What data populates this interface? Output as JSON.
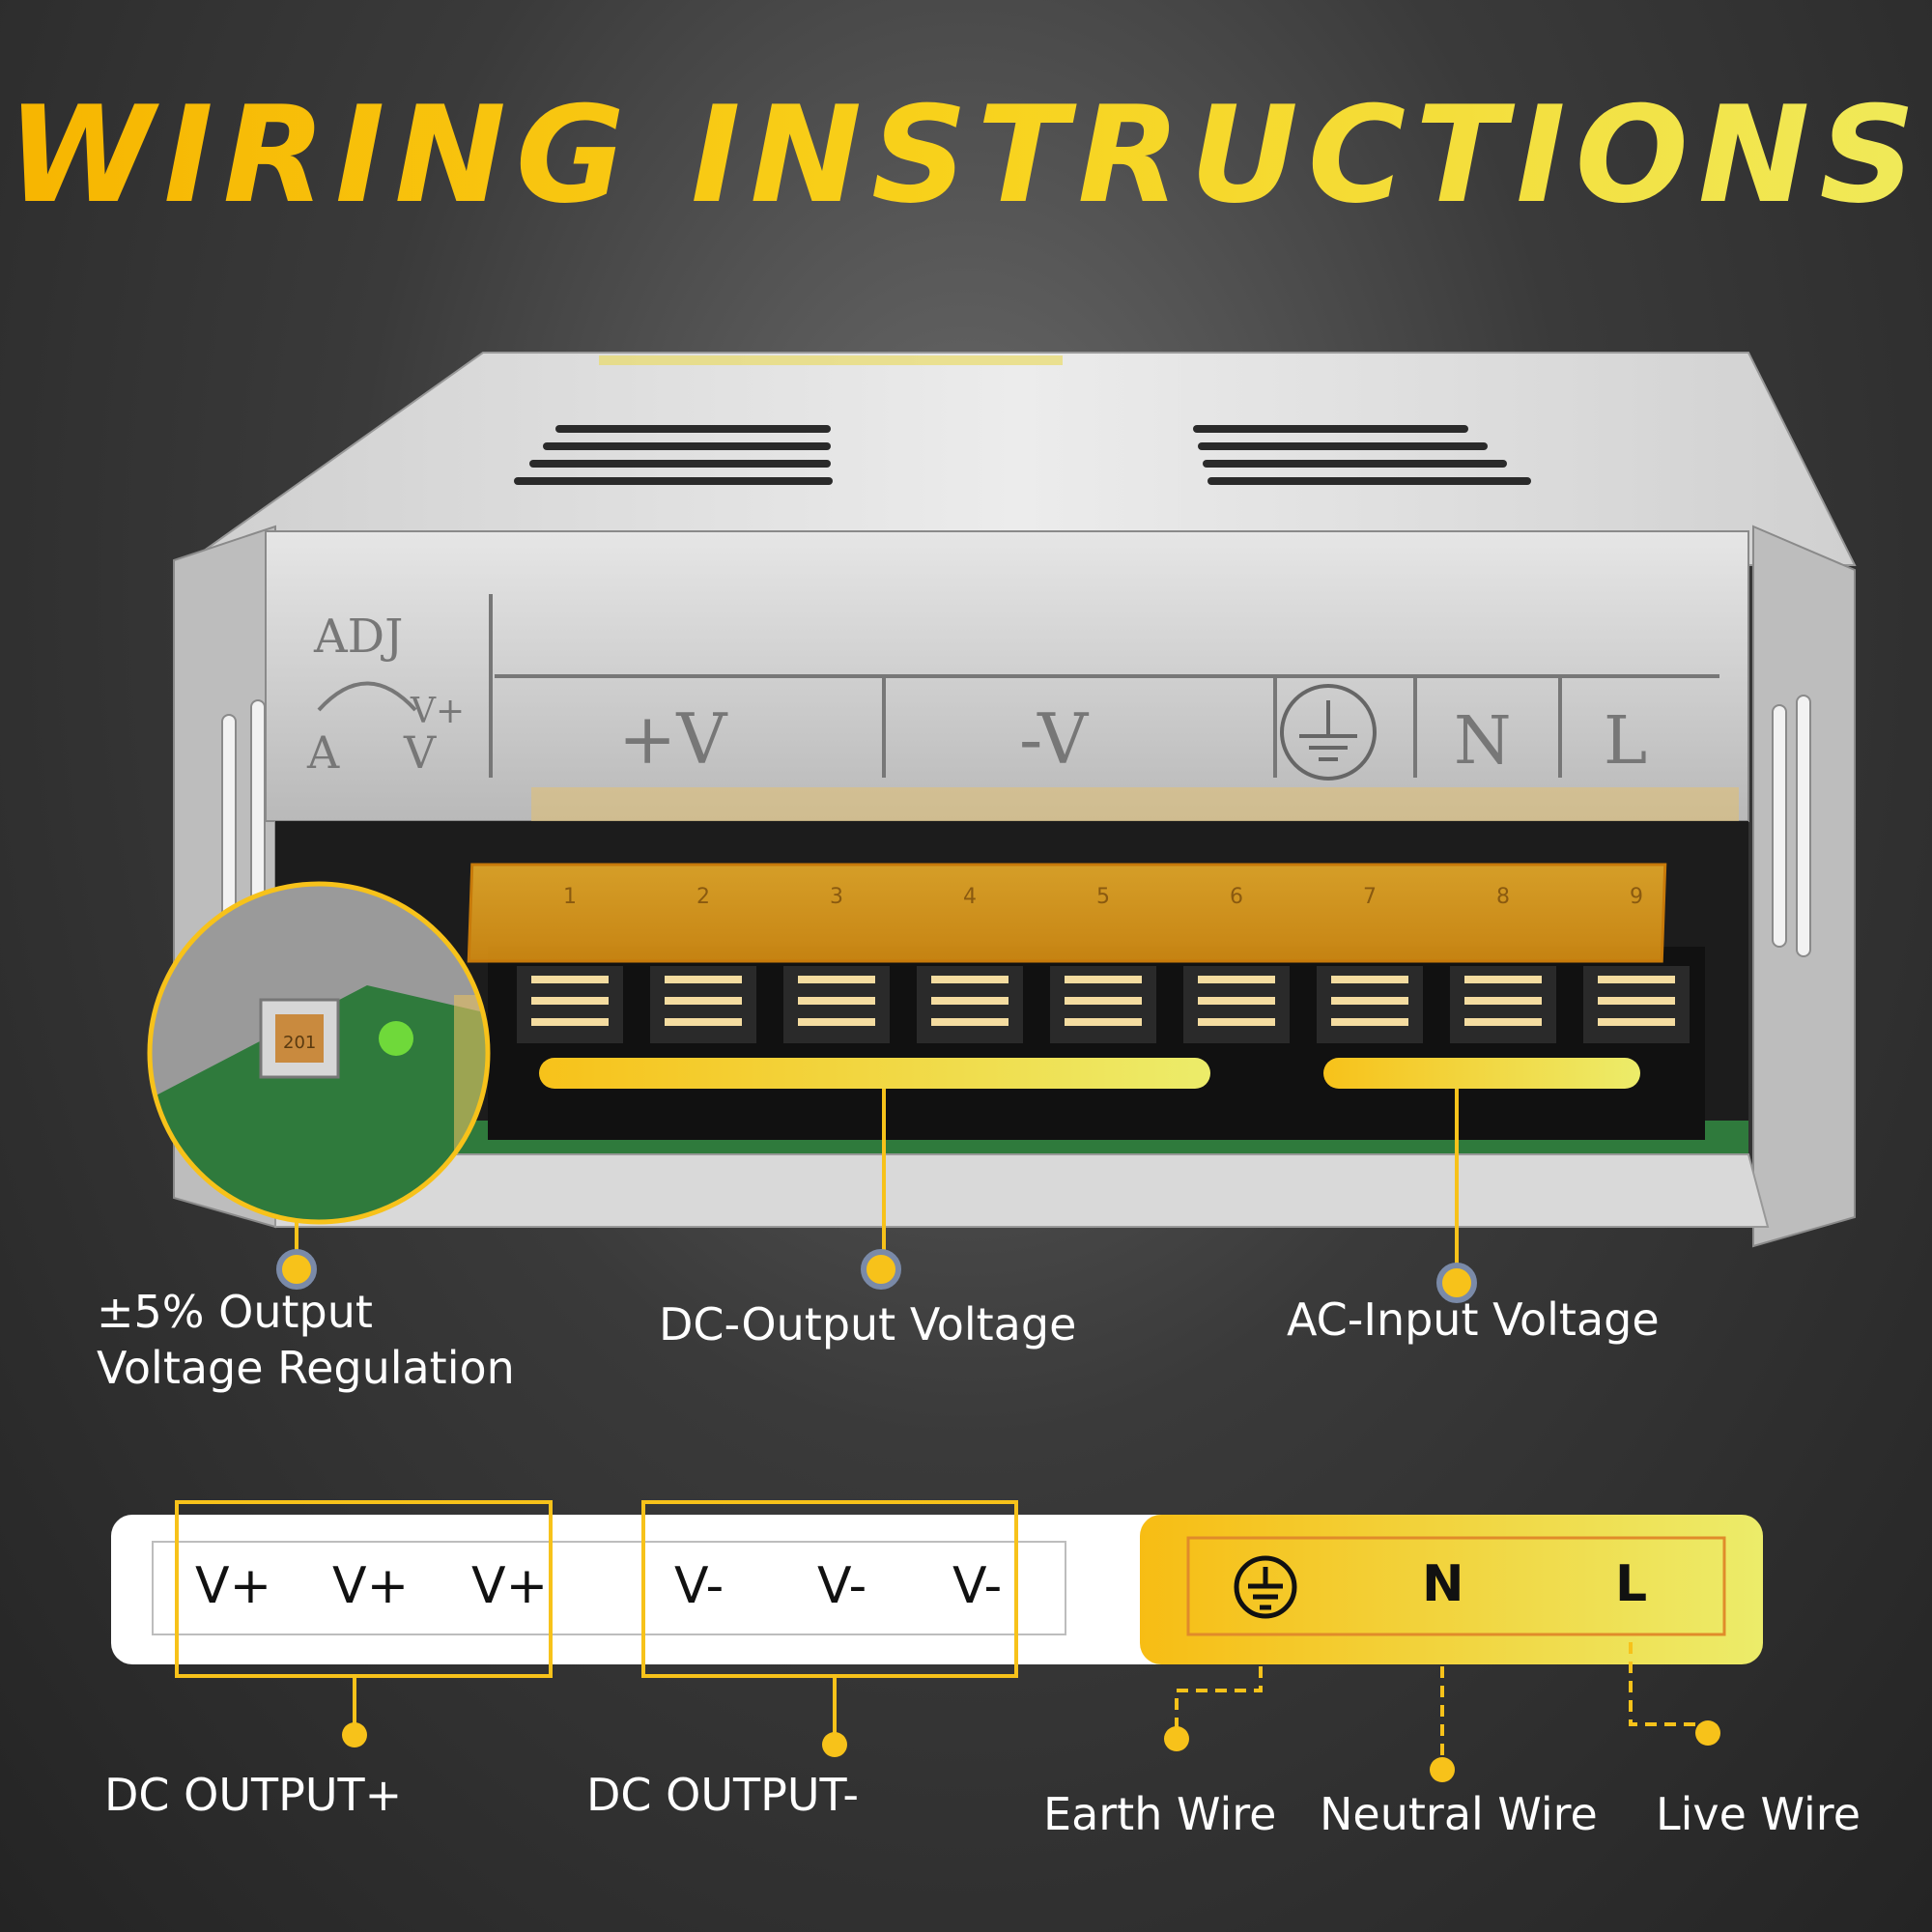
{
  "title": "WIRING INSTRUCTIONS",
  "psu": {
    "adj_label": "ADJ",
    "adj_a": "A",
    "adj_v": "V",
    "adj_vplus": "V+",
    "label_plus_v": "+V",
    "label_minus_v": "-V",
    "label_n": "N",
    "label_l": "L",
    "terminal_numbers": [
      "1",
      "2",
      "3",
      "4",
      "5",
      "6",
      "7",
      "8",
      "9"
    ],
    "pot_text": "201"
  },
  "callouts": {
    "regulation_line1": "±5% Output",
    "regulation_line2": "Voltage Regulation",
    "dc_output_voltage": "DC-Output Voltage",
    "ac_input_voltage": "AC-Input Voltage"
  },
  "strip": {
    "v_plus": [
      "V+",
      "V+",
      "V+"
    ],
    "v_minus": [
      "V-",
      "V-",
      "V-"
    ],
    "n": "N",
    "l": "L"
  },
  "bottom_labels": {
    "dc_plus": "DC OUTPUT+",
    "dc_minus": "DC OUTPUT-",
    "earth": "Earth Wire",
    "neutral": "Neutral Wire",
    "live": "Live Wire"
  },
  "colors": {
    "accent": "#f7c21a",
    "accent_light": "#ecec6a",
    "background": "#2e2e2e"
  }
}
